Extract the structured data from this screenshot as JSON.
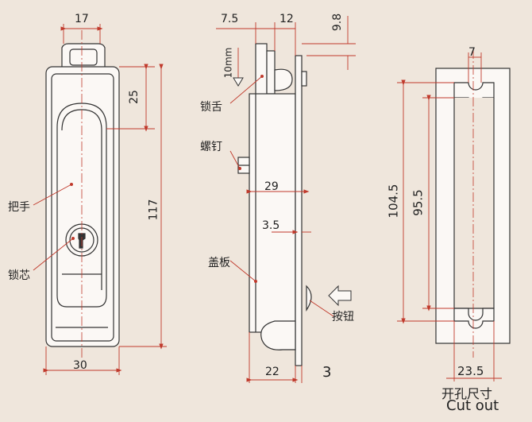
{
  "front_view": {
    "dim_top_width": "17",
    "dim_handle_top": "25",
    "dim_total_height": "117",
    "dim_bottom_width": "30",
    "label_handle": "把手",
    "label_lock_core": "锁芯"
  },
  "side_view": {
    "dim_a": "7.5",
    "dim_b": "12",
    "dim_c": "9.8",
    "dim_travel": "10mm",
    "dim_depth": "29",
    "dim_plate": "3.5",
    "dim_bottom": "22",
    "dim_thickness": "3",
    "label_tongue": "锁舌",
    "label_screw": "螺钉",
    "label_cover": "盖板",
    "label_button": "按钮"
  },
  "cutout": {
    "dim_notch": "7",
    "dim_outer_height": "104.5",
    "dim_inner_height": "95.5",
    "dim_width": "23.5",
    "title_cn": "开孔尺寸",
    "title_en": "Cut out"
  },
  "colors": {
    "background": "#efe6dc",
    "line": "#333333",
    "dim_line": "#c0392b",
    "body_fill": "#fbf8f5"
  }
}
